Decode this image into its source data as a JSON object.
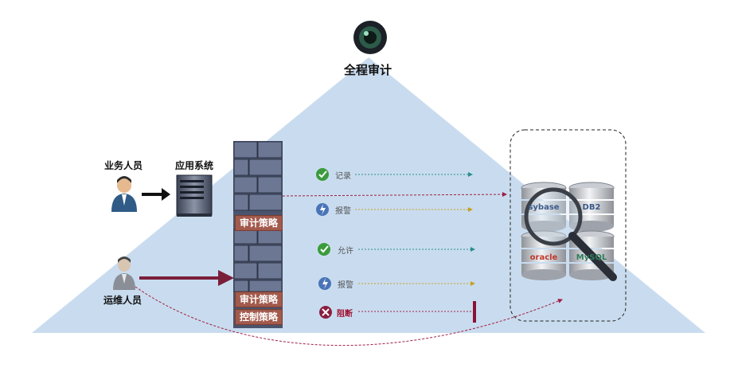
{
  "title": "全程审计",
  "actors": {
    "business_user": "业务人员",
    "app_system": "应用系统",
    "ops_user": "运维人员"
  },
  "policies": {
    "audit_policy_1": "审计策略",
    "audit_policy_2": "审计策略",
    "control_policy": "控制策略"
  },
  "actions": {
    "record": "记录",
    "alert_1": "报警",
    "allow": "允许",
    "alert_2": "报警",
    "block": "阻断"
  },
  "databases": [
    "sybase",
    "DB2",
    "oracle",
    "MySQL"
  ],
  "colors": {
    "triangle": "#c9dcef",
    "policy_bg": "#a25a4c",
    "record_line": "#2a8e8e",
    "alert_line": "#c7a126",
    "block_line": "#a01f45",
    "ops_arrow": "#7a1f3a"
  }
}
